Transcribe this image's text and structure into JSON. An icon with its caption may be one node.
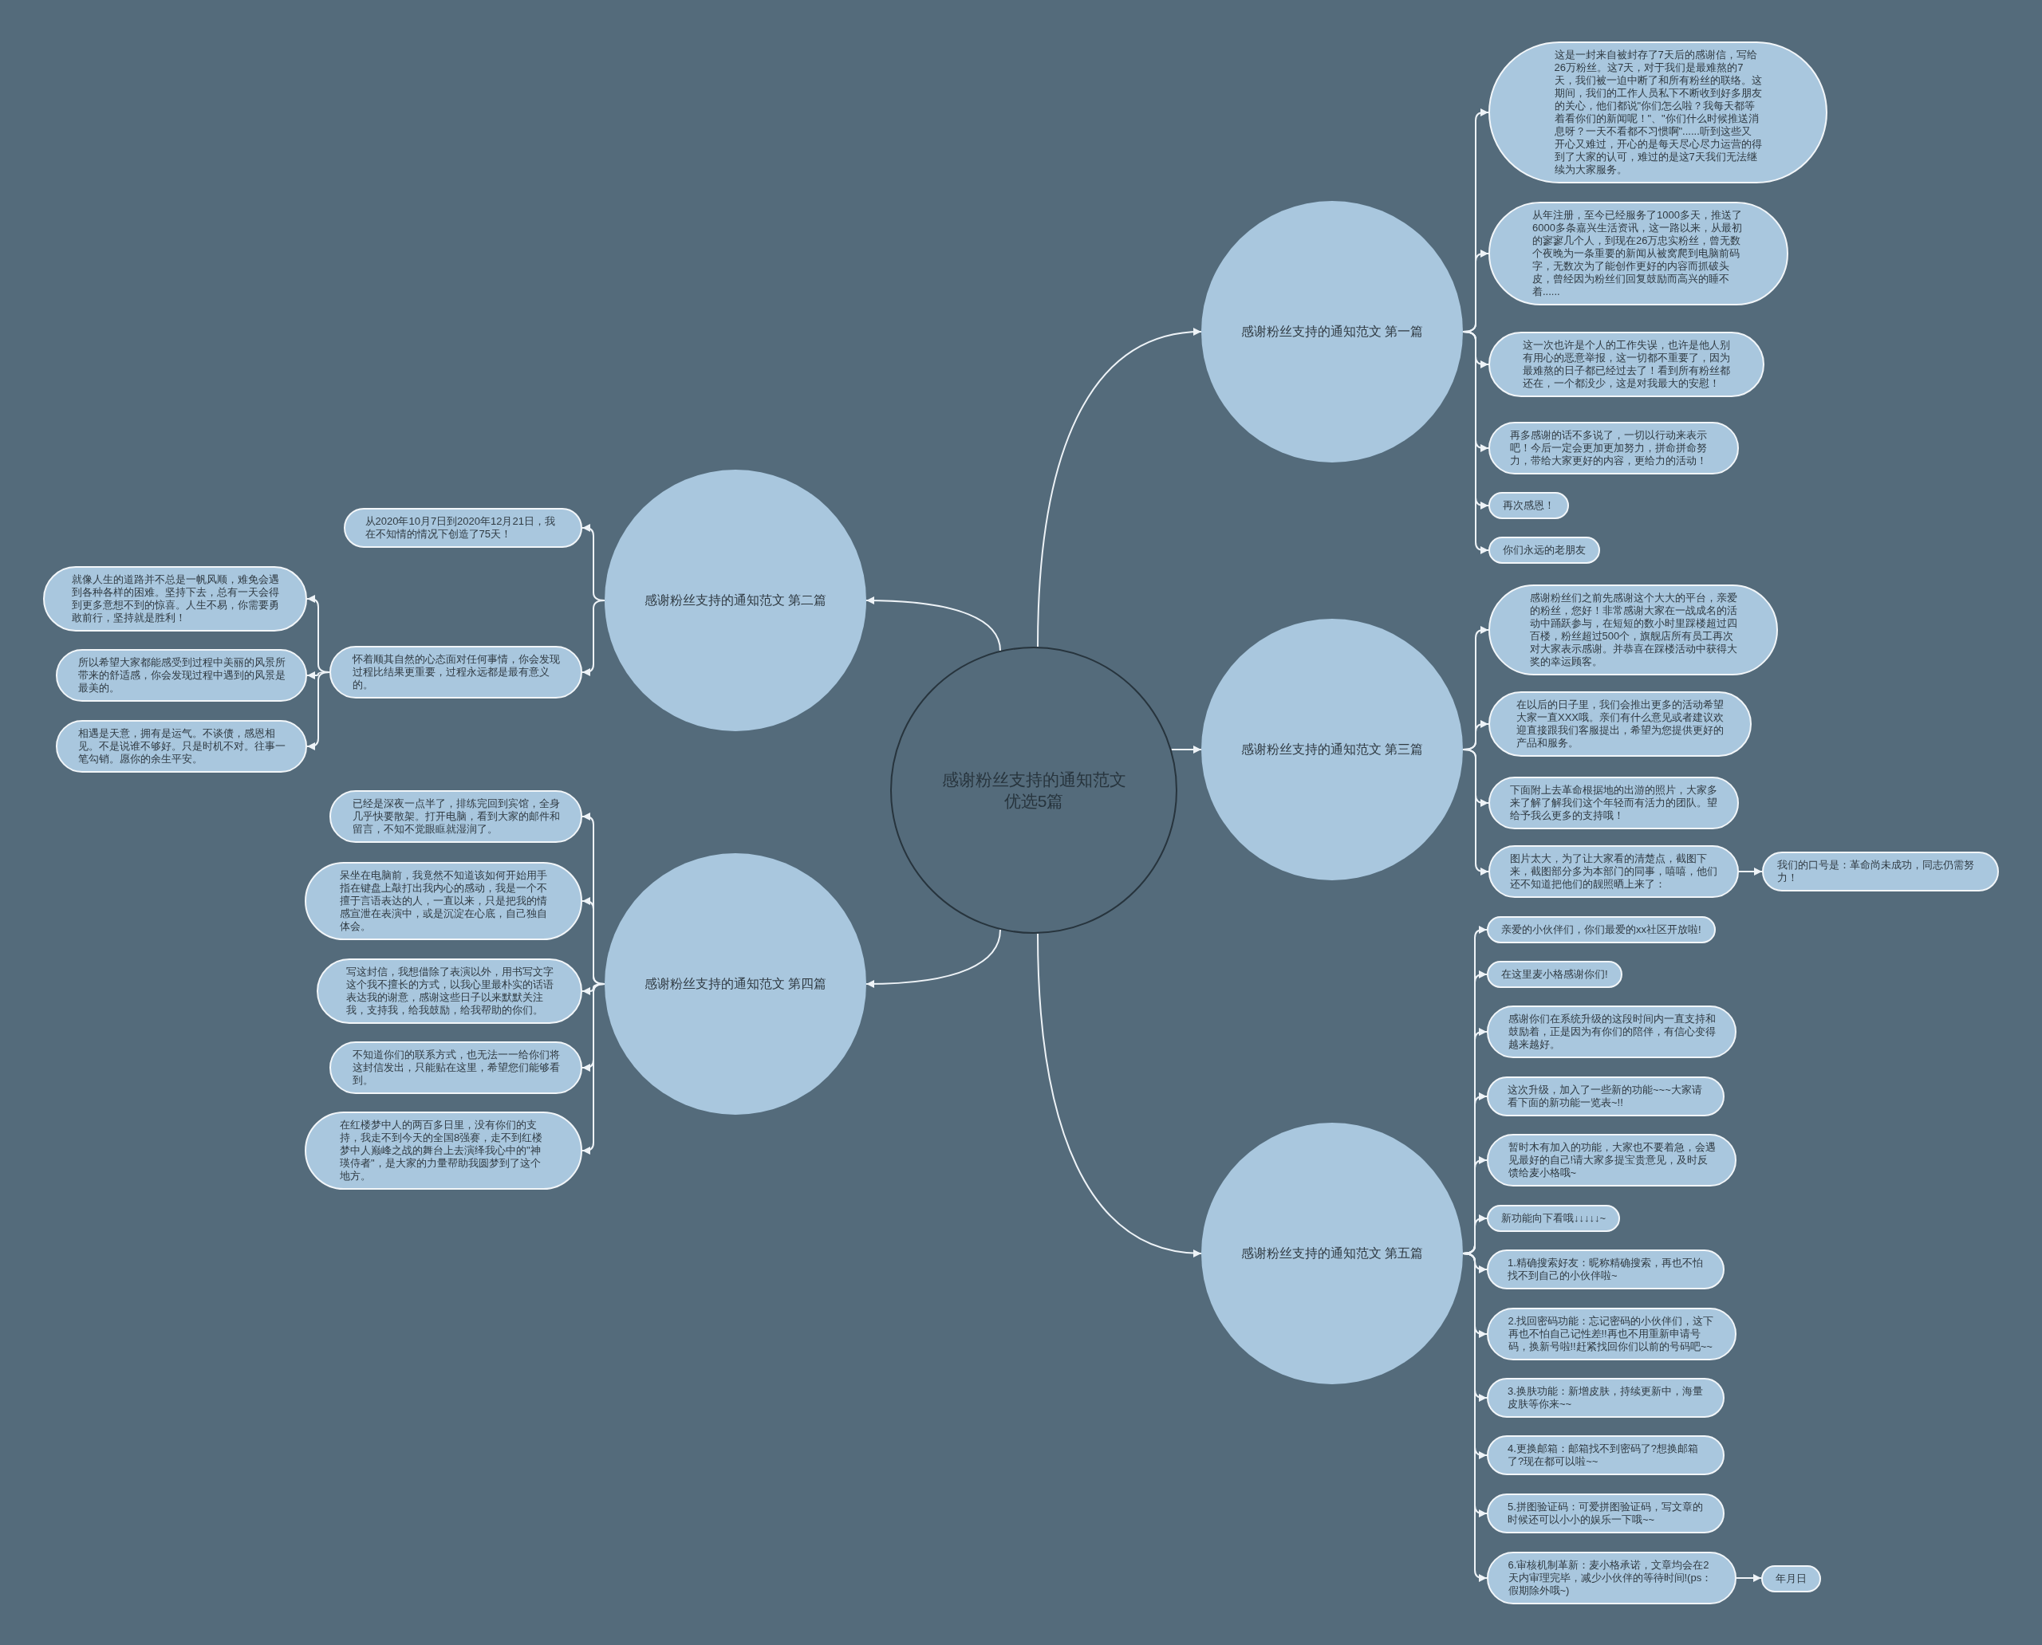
{
  "diagram": {
    "nodes": [
      {
        "text": [
          "感谢粉丝支持的通知范文优选5篇"
        ]
      },
      {
        "text": [
          "感谢粉丝支持的通知范文 第一篇"
        ]
      },
      {
        "text": [
          "这是一封来自被封存了7天后的感谢信，写给26万粉丝。这7天，对于我们是最难熬的7天，我们被一迫中断了和所有粉丝的联络。这期间，我们的工作人员私下不断收到好多朋友的关心，他们都说\"你们怎么啦？我每天都等着看你们的新闻呢！\"、\"你们什么时候推送消息呀？一天不看都不习惯啊\"......听到这些又开心又难过，开心的是每天尽心尽力运营的得到了大家的认可，难过的是这7天我们无法继续为大家服务。"
        ]
      },
      {
        "text": [
          "从年注册，至今已经服务了1000多天，推送了6000多条嘉兴生活资讯，这一路以来，从最初的寥寥几个人，到现在26万忠实粉丝，曾无数个夜晚为一条重要的新闻从被窝爬到电脑前码字，无数次为了能创作更好的内容而抓破头皮，曾经因为粉丝们回复鼓励而高兴的睡不着......"
        ]
      },
      {
        "text": [
          "这一次也许是个人的工作失误，也许是他人别有用心的恶意举报，这一切都不重要了，因为最难熬的日子都已经过去了！看到所有粉丝都还在，一个都没少，这是对我最大的安慰！"
        ]
      },
      {
        "text": [
          "再多感谢的话不多说了，一切以行动来表示吧！今后一定会更加更加努力，拼命拼命努力，带给大家更好的内容，更给力的活动！"
        ]
      },
      {
        "text": [
          "再次感恩！"
        ]
      },
      {
        "text": [
          "你们永远的老朋友"
        ]
      },
      {
        "text": [
          "感谢粉丝支持的通知范文 第二篇"
        ]
      },
      {
        "text": [
          "从2020年10月7日到2020年12月21日，我在不知情的情况下创造了75天！"
        ]
      },
      {
        "text": [
          "怀着顺其自然的心态面对任何事情，你会发现过程比结果更重要，过程永远都是最有意义的。"
        ]
      },
      {
        "text": [
          "就像人生的道路并不总是一帆风顺，难免会遇到各种各样的困难。坚持下去，总有一天会得到更多意想不到的惊喜。人生不易，你需要勇敢前行，坚持就是胜利！"
        ]
      },
      {
        "text": [
          "所以希望大家都能感受到过程中美丽的风景所带来的舒适感，你会发现过程中遇到的风景是最美的。"
        ]
      },
      {
        "text": [
          "相遇是天意，拥有是运气。不谈债，感恩相见。不是说谁不够好。只是时机不对。往事一笔勾销。愿你的余生平安。"
        ]
      },
      {
        "text": [
          "感谢粉丝支持的通知范文 第三篇"
        ]
      },
      {
        "text": [
          "感谢粉丝们之前先感谢这个大大的平台，亲爱的粉丝，您好！非常感谢大家在一战成名的活动中踊跃参与，在短短的数小时里踩楼超过四百楼，粉丝超过500个，旗舰店所有员工再次对大家表示感谢。并恭喜在踩楼活动中获得大奖的幸运顾客。"
        ]
      },
      {
        "text": [
          "在以后的日子里，我们会推出更多的活动希望大家一直XXX哦。亲们有什么意见或者建议欢迎直接跟我们客服提出，希望为您提供更好的产品和服务。"
        ]
      },
      {
        "text": [
          "下面附上去革命根据地的出游的照片，大家多来了解了解我们这个年轻而有活力的团队。望给予我么更多的支持哦！"
        ]
      },
      {
        "text": [
          "图片太大，为了让大家看的清楚点，截图下来，截图部分多为本部门的同事，嘻嘻，他们还不知道把他们的靓照晒上来了："
        ]
      },
      {
        "text": [
          "我们的口号是：革命尚未成功，同志仍需努力！"
        ]
      },
      {
        "text": [
          "感谢粉丝支持的通知范文 第四篇"
        ]
      },
      {
        "text": [
          "已经是深夜一点半了，排练完回到宾馆，全身几乎快要散架。打开电脑，看到大家的邮件和留言，不知不觉眼眶就湿润了。"
        ]
      },
      {
        "text": [
          "呆坐在电脑前，我竟然不知道该如何开始用手指在键盘上敲打出我内心的感动，我是一个不擅于言语表达的人，一直以来，只是把我的情感宣泄在表演中，或是沉淀在心底，自己独自体会。"
        ]
      },
      {
        "text": [
          "写这封信，我想借除了表演以外，用书写文字这个我不擅长的方式，以我心里最朴实的话语表达我的谢意，感谢这些日子以来默默关注我，支持我，给我鼓励，给我帮助的你们。"
        ]
      },
      {
        "text": [
          "不知道你们的联系方式，也无法一一给你们将这封信发出，只能贴在这里，希望您们能够看到。"
        ]
      },
      {
        "text": [
          "在红楼梦中人的两百多日里，没有你们的支持，我走不到今天的全国8强赛，走不到红楼梦中人巅峰之战的舞台上去演绎我心中的\"神瑛侍者\"，是大家的力量帮助我圆梦到了这个地方。"
        ]
      },
      {
        "text": [
          "感谢粉丝支持的通知范文 第五篇"
        ]
      },
      {
        "text": [
          "亲爱的小伙伴们，你们最爱的xx社区开放啦!"
        ]
      },
      {
        "text": [
          "在这里麦小格感谢你们!"
        ]
      },
      {
        "text": [
          "感谢你们在系统升级的这段时间内一直支持和鼓励着，正是因为有你们的陪伴，有信心变得越来越好。"
        ]
      },
      {
        "text": [
          "这次升级，加入了一些新的功能~~~大家请看下面的新功能一览表~!!"
        ]
      },
      {
        "text": [
          "暂时木有加入的功能，大家也不要着急，会遇见最好的自己!请大家多提宝贵意见，及时反馈给麦小格哦~"
        ]
      },
      {
        "text": [
          "新功能向下看哦↓↓↓↓↓~"
        ]
      },
      {
        "text": [
          "1.精确搜索好友：昵称精确搜索，再也不怕找不到自己的小伙伴啦~"
        ]
      },
      {
        "text": [
          "2.找回密码功能：忘记密码的小伙伴们，这下再也不怕自己记性差!!再也不用重新申请号码，换新号啦!!赶紧找回你们以前的号码吧~~"
        ]
      },
      {
        "text": [
          "3.换肤功能：新增皮肤，持续更新中，海量皮肤等你来~~"
        ]
      },
      {
        "text": [
          "4.更换邮箱：邮箱找不到密码了?想换邮箱了?现在都可以啦~~"
        ]
      },
      {
        "text": [
          "5.拼图验证码：可爱拼图验证码，写文章的时候还可以小小的娱乐一下哦~~"
        ]
      },
      {
        "text": [
          "6.审核机制革新：麦小格承诺，文章均会在2天内审理完毕，减少小伙伴的等待时间!(ps：假期除外哦~)"
        ]
      },
      {
        "text": [
          "年月日"
        ]
      }
    ],
    "edges": [
      {
        "from": 0,
        "to": 1,
        "arrow": "to"
      },
      {
        "from": 1,
        "to": 2,
        "arrow": "to"
      },
      {
        "from": 1,
        "to": 3,
        "arrow": "to"
      },
      {
        "from": 1,
        "to": 4,
        "arrow": "to"
      },
      {
        "from": 1,
        "to": 5,
        "arrow": "to"
      },
      {
        "from": 1,
        "to": 6,
        "arrow": "to"
      },
      {
        "from": 1,
        "to": 7,
        "arrow": "to"
      },
      {
        "from": 0,
        "to": 8,
        "arrow": "to"
      },
      {
        "from": 8,
        "to": 9,
        "arrow": "to"
      },
      {
        "from": 8,
        "to": 10,
        "arrow": "to"
      },
      {
        "from": 10,
        "to": 11,
        "arrow": "to"
      },
      {
        "from": 10,
        "to": 12,
        "arrow": "to"
      },
      {
        "from": 10,
        "to": 13,
        "arrow": "to"
      },
      {
        "from": 0,
        "to": 14,
        "arrow": "to"
      },
      {
        "from": 14,
        "to": 15,
        "arrow": "to"
      },
      {
        "from": 14,
        "to": 16,
        "arrow": "to"
      },
      {
        "from": 14,
        "to": 17,
        "arrow": "to"
      },
      {
        "from": 14,
        "to": 18,
        "arrow": "to"
      },
      {
        "from": 18,
        "to": 19,
        "arrow": "to"
      },
      {
        "from": 0,
        "to": 20,
        "arrow": "to"
      },
      {
        "from": 20,
        "to": 21,
        "arrow": "to"
      },
      {
        "from": 20,
        "to": 22,
        "arrow": "to"
      },
      {
        "from": 20,
        "to": 23,
        "arrow": "to"
      },
      {
        "from": 20,
        "to": 24,
        "arrow": "to"
      },
      {
        "from": 20,
        "to": 25,
        "arrow": "to"
      },
      {
        "from": 0,
        "to": 26,
        "arrow": "to"
      },
      {
        "from": 26,
        "to": 27,
        "arrow": "to"
      },
      {
        "from": 26,
        "to": 28,
        "arrow": "to"
      },
      {
        "from": 26,
        "to": 29,
        "arrow": "to"
      },
      {
        "from": 26,
        "to": 30,
        "arrow": "to"
      },
      {
        "from": 26,
        "to": 31,
        "arrow": "to"
      },
      {
        "from": 26,
        "to": 32,
        "arrow": "to"
      },
      {
        "from": 26,
        "to": 33,
        "arrow": "to"
      },
      {
        "from": 26,
        "to": 34,
        "arrow": "to"
      },
      {
        "from": 26,
        "to": 35,
        "arrow": "to"
      },
      {
        "from": 26,
        "to": 36,
        "arrow": "to"
      },
      {
        "from": 26,
        "to": 37,
        "arrow": "to"
      },
      {
        "from": 26,
        "to": 38,
        "arrow": "to"
      },
      {
        "from": 38,
        "to": 39,
        "arrow": "to"
      }
    ]
  }
}
